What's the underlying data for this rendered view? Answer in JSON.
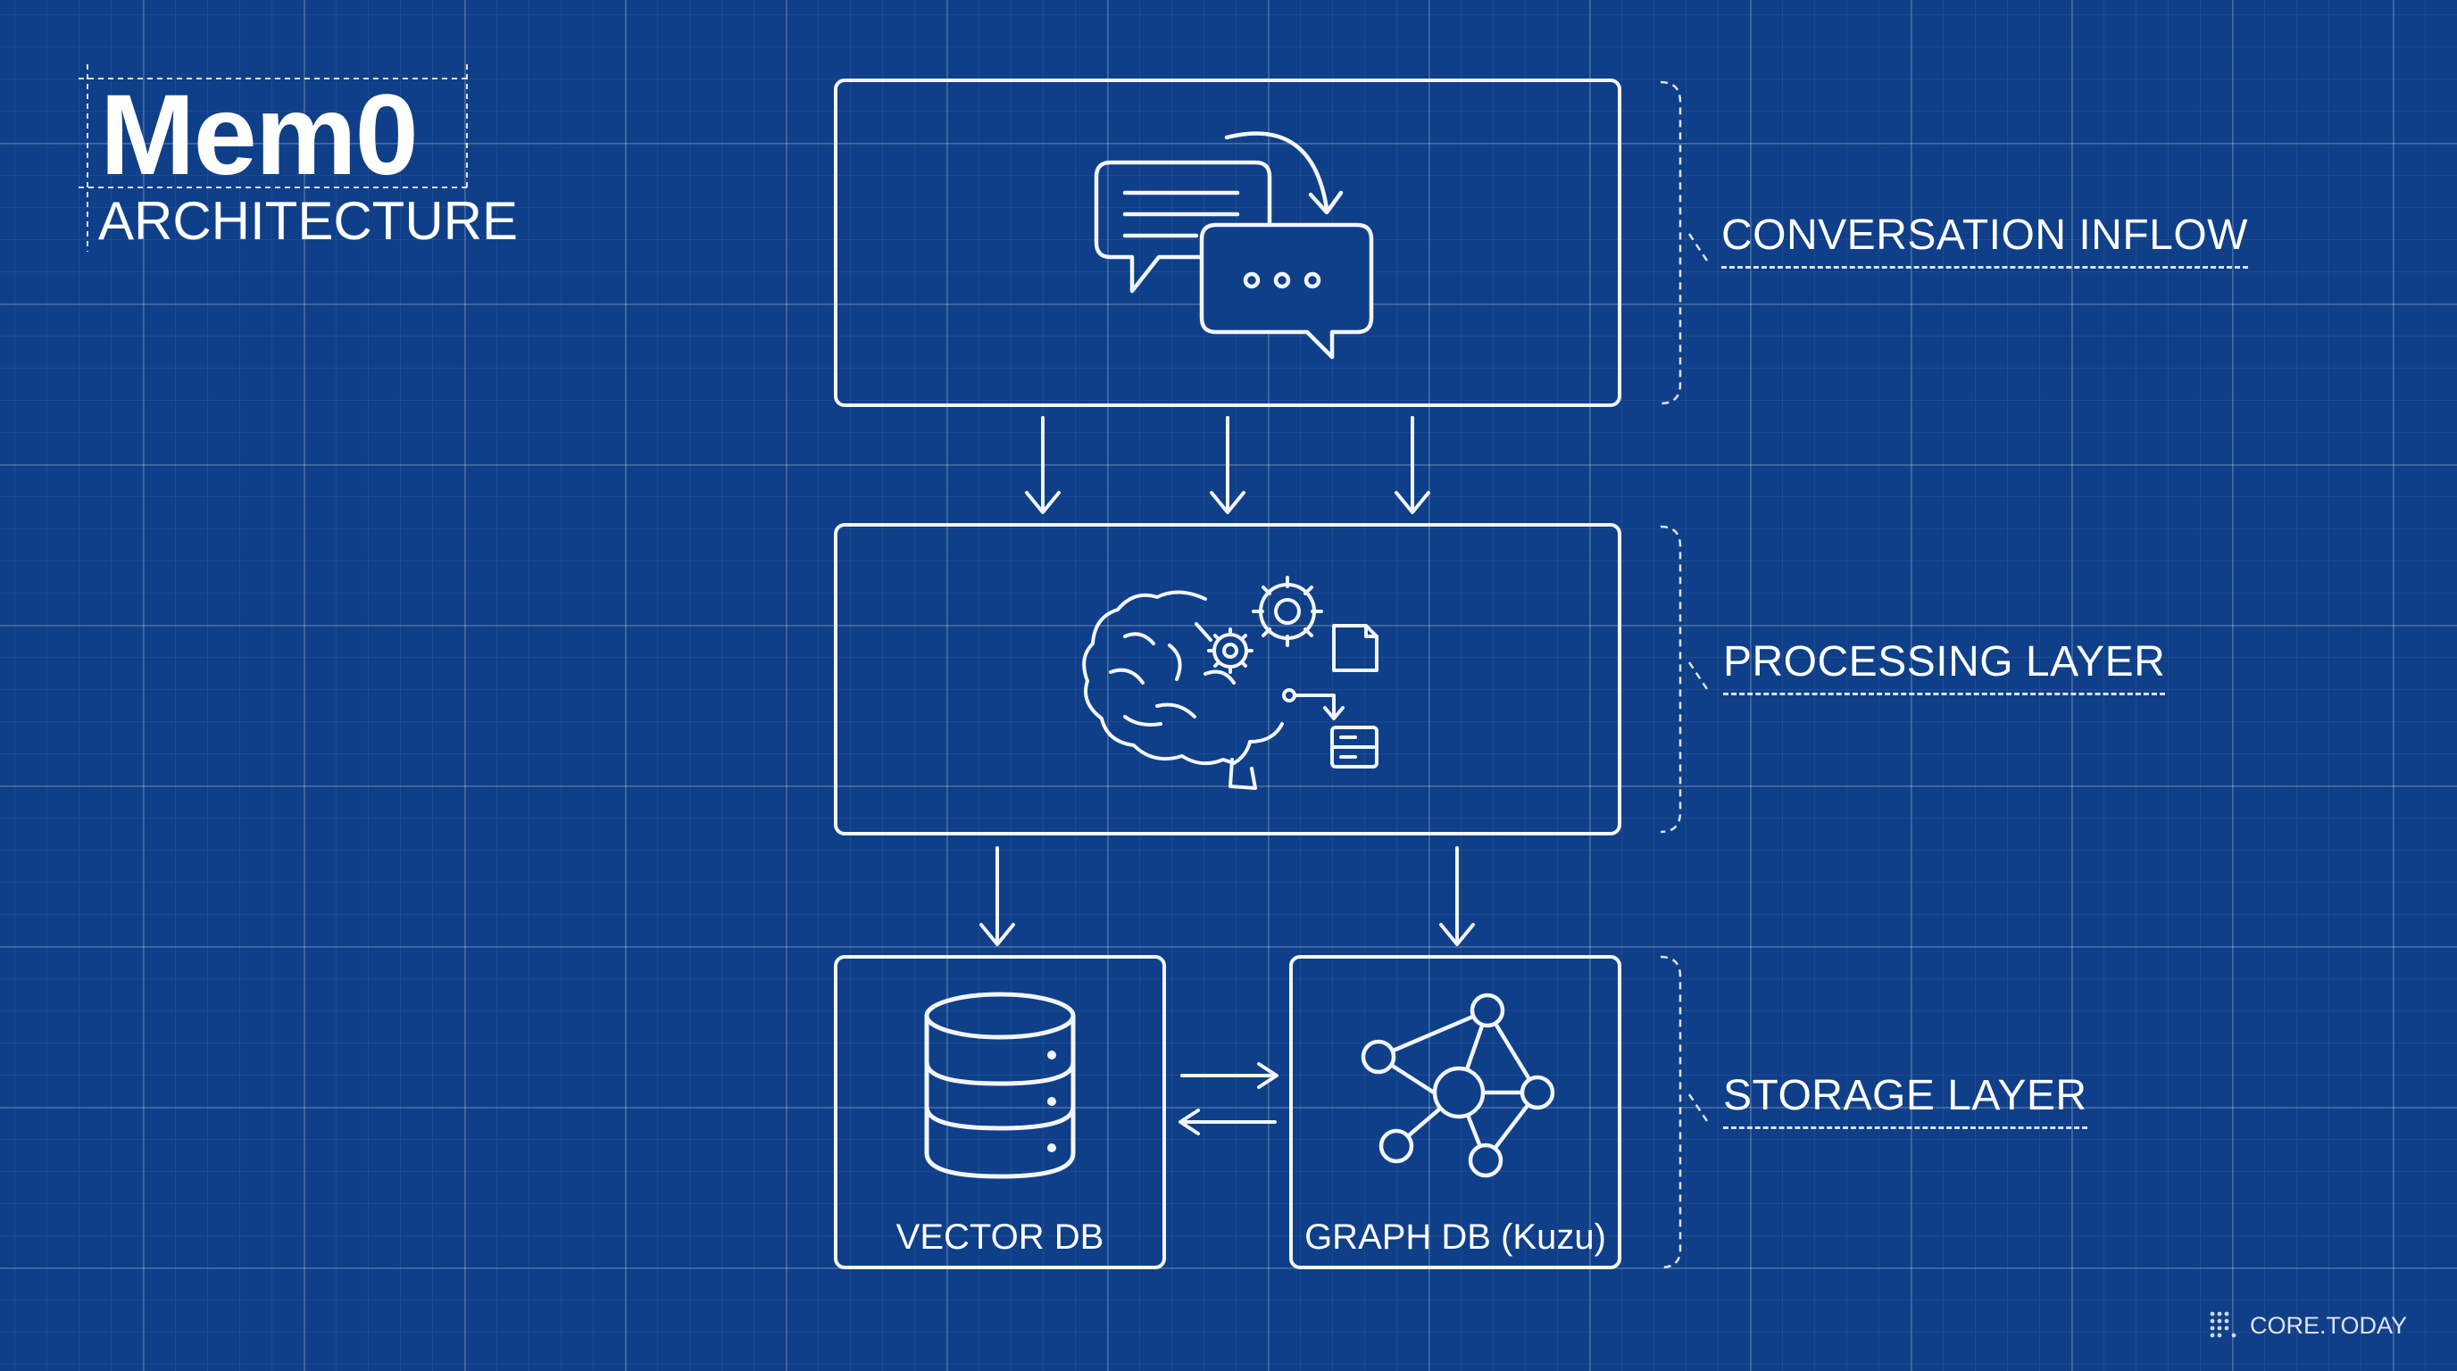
{
  "title": {
    "main": "Mem0",
    "sub": "ARCHITECTURE"
  },
  "layers": {
    "conversation": "CONVERSATION INFLOW",
    "processing": "PROCESSING LAYER",
    "storage": "STORAGE LAYER"
  },
  "storage": {
    "vector_label": "VECTOR DB",
    "graph_label": "GRAPH DB (Kuzu)"
  },
  "branding": {
    "text": "CORE.TODAY"
  },
  "colors": {
    "background": "#0f3f88",
    "line": "#f2f6fc"
  },
  "icons": {
    "conversation": "chat-bubbles-icon",
    "processing": "brain-gears-icon",
    "vector": "database-icon",
    "graph": "graph-network-icon"
  }
}
